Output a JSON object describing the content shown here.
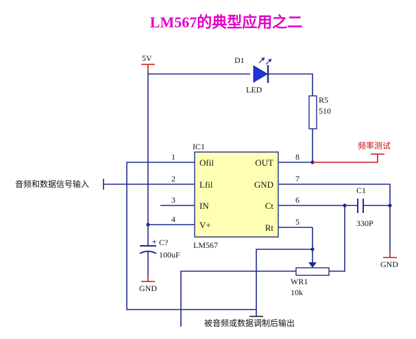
{
  "title": "LM567的典型应用之二",
  "colors": {
    "title": "#e100c8",
    "wire": "#1f2a8c",
    "power": "#c81414",
    "chip_fill": "#ffffb4",
    "led_fill": "#1f33d6"
  },
  "power": {
    "label": "5V"
  },
  "led": {
    "ref": "D1",
    "name": "LED"
  },
  "r5": {
    "ref": "R5",
    "value": "510"
  },
  "freq_test": {
    "label": "频率测试"
  },
  "ic": {
    "ref": "IC1",
    "part": "LM567",
    "pins": [
      {
        "num": "1",
        "name": "Ofil"
      },
      {
        "num": "2",
        "name": "Lfil"
      },
      {
        "num": "3",
        "name": "IN"
      },
      {
        "num": "4",
        "name": "V+"
      },
      {
        "num": "8",
        "name": "OUT"
      },
      {
        "num": "7",
        "name": "GND"
      },
      {
        "num": "6",
        "name": "Ct"
      },
      {
        "num": "5",
        "name": "Rt"
      }
    ]
  },
  "input": {
    "label": "音频和数据信号输入"
  },
  "c1": {
    "ref": "C1",
    "value": "330P"
  },
  "gnd_right": {
    "label": "GND"
  },
  "cap_q": {
    "ref": "C?",
    "value": "100uF"
  },
  "gnd_left": {
    "label": "GND"
  },
  "wr1": {
    "ref": "WR1",
    "value": "10k"
  },
  "output": {
    "label": "被音频或数据调制后输出"
  }
}
